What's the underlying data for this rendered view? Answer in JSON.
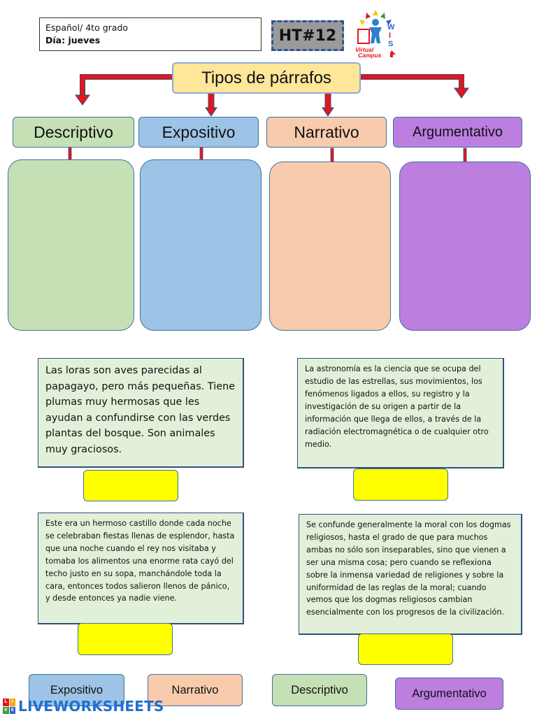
{
  "header": {
    "subject": "Español/ 4to grado",
    "day": "Día: jueves",
    "worksheet_id": "HT#12"
  },
  "logo": {
    "name": "Virtual Campus",
    "letters": "WIS",
    "line1": "Virtual",
    "line2": "Campus"
  },
  "title": "Tipos de párrafos",
  "categories": [
    {
      "label": "Descriptivo",
      "color": "#c5e0b4"
    },
    {
      "label": "Expositivo",
      "color": "#9dc3e6"
    },
    {
      "label": "Narrativo",
      "color": "#f8cbad"
    },
    {
      "label": "Argumentativo",
      "color": "#bc7edf"
    }
  ],
  "paragraphs": [
    "Las loras son aves parecidas al papagayo, pero más pequeñas. Tiene plumas muy hermosas que les ayudan a confundirse con las verdes plantas del bosque. Son animales muy graciosos.",
    "La astronomía  es la ciencia que se ocupa del estudio de las estrellas, sus movimientos, los fenómenos ligados a ellos, su registro y la investigación de su origen a partir de la información que llega de ellos, a través de la radiación electromagnética o de cualquier otro medio.",
    "Este era un hermoso castillo donde cada noche se celebraban fiestas llenas de esplendor, hasta que una noche cuando el rey nos visitaba y tomaba los alimentos una enorme rata cayó del techo justo en su sopa, manchándole toda la cara, entonces todos salieron llenos de pánico, y desde entonces ya nadie viene.",
    "Se confunde generalmente la moral con los dogmas religiosos, hasta el grado de que para muchos ambas no sólo son inseparables, sino que vienen a ser una misma cosa; pero cuando se reflexiona sobre la inmensa variedad de religiones y sobre la uniformidad de las reglas de la moral; cuando vemos que los dogmas religiosos cambian esencialmente con los progresos de la civilización."
  ],
  "options": [
    {
      "label": "Expositivo",
      "color": "#9dc3e6"
    },
    {
      "label": "Narrativo",
      "color": "#f8cbad"
    },
    {
      "label": "Descriptivo",
      "color": "#c5e0b4"
    },
    {
      "label": "Argumentativo",
      "color": "#bc7edf"
    }
  ],
  "footer": {
    "brand": "LIVEWORKSHEETS",
    "icon_letters": [
      "L",
      "I",
      "V",
      "E"
    ]
  },
  "colors": {
    "arrow": "#e8141a",
    "title_bg": "#ffe699",
    "answer_bg": "#ffff00",
    "text_box_bg": "#e2f0d9",
    "footer_blue": "#1f6fd0"
  }
}
